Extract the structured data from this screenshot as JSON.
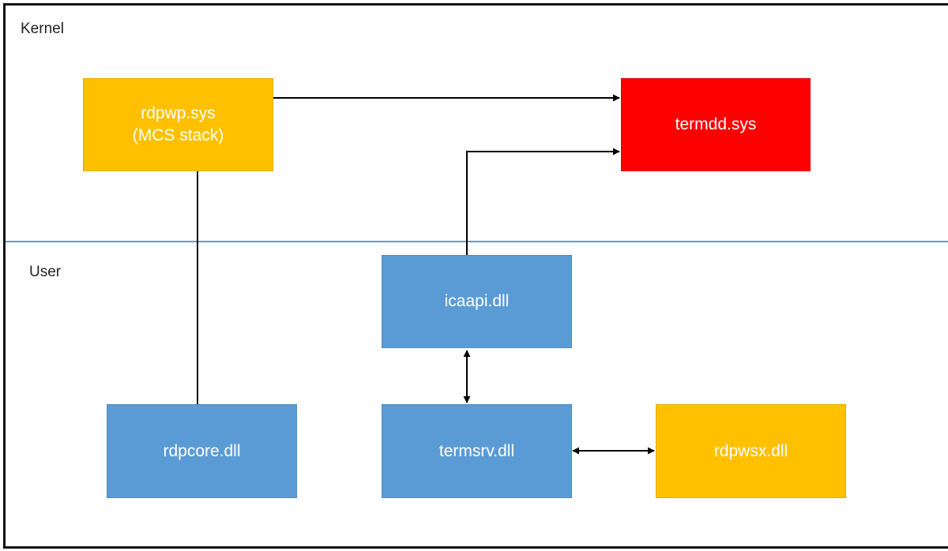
{
  "zones": {
    "kernel": "Kernel",
    "user": "User"
  },
  "nodes": {
    "rdpwp": {
      "line1": "rdpwp.sys",
      "line2": "(MCS stack)"
    },
    "termdd": {
      "label": "termdd.sys"
    },
    "icaapi": {
      "label": "icaapi.dll"
    },
    "rdpcore": {
      "label": "rdpcore.dll"
    },
    "termsrv": {
      "label": "termsrv.dll"
    },
    "rdpwsx": {
      "label": "rdpwsx.dll"
    }
  },
  "colors": {
    "blue": "#5b9bd5",
    "yellow": "#ffc000",
    "red": "#ff0000",
    "divider": "#5b9bd5",
    "edge": "#000000"
  }
}
